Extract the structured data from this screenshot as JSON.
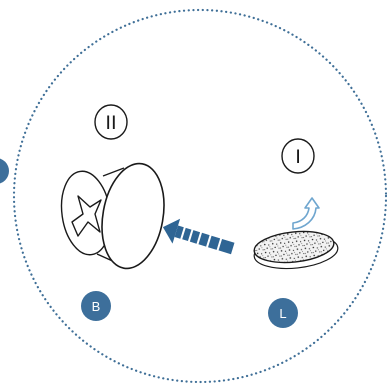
{
  "steps": [
    {
      "id": "step-1",
      "label": "I"
    },
    {
      "id": "step-2",
      "label": "II"
    }
  ],
  "badges": [
    {
      "id": "badge-b",
      "label": "B"
    },
    {
      "id": "badge-l",
      "label": "L"
    }
  ],
  "colors": {
    "ring": "#3f6f97",
    "badge": "#3d6f9b",
    "arrow": "#2f6594",
    "outline": "#1a1a1a",
    "curl_arrow": "#6fa6cf"
  },
  "icons": {
    "pad": "adhesive-pad-icon",
    "button": "round-cap-button-icon",
    "direction": "insert-direction-arrow-icon",
    "peel": "peel-arrow-icon"
  }
}
